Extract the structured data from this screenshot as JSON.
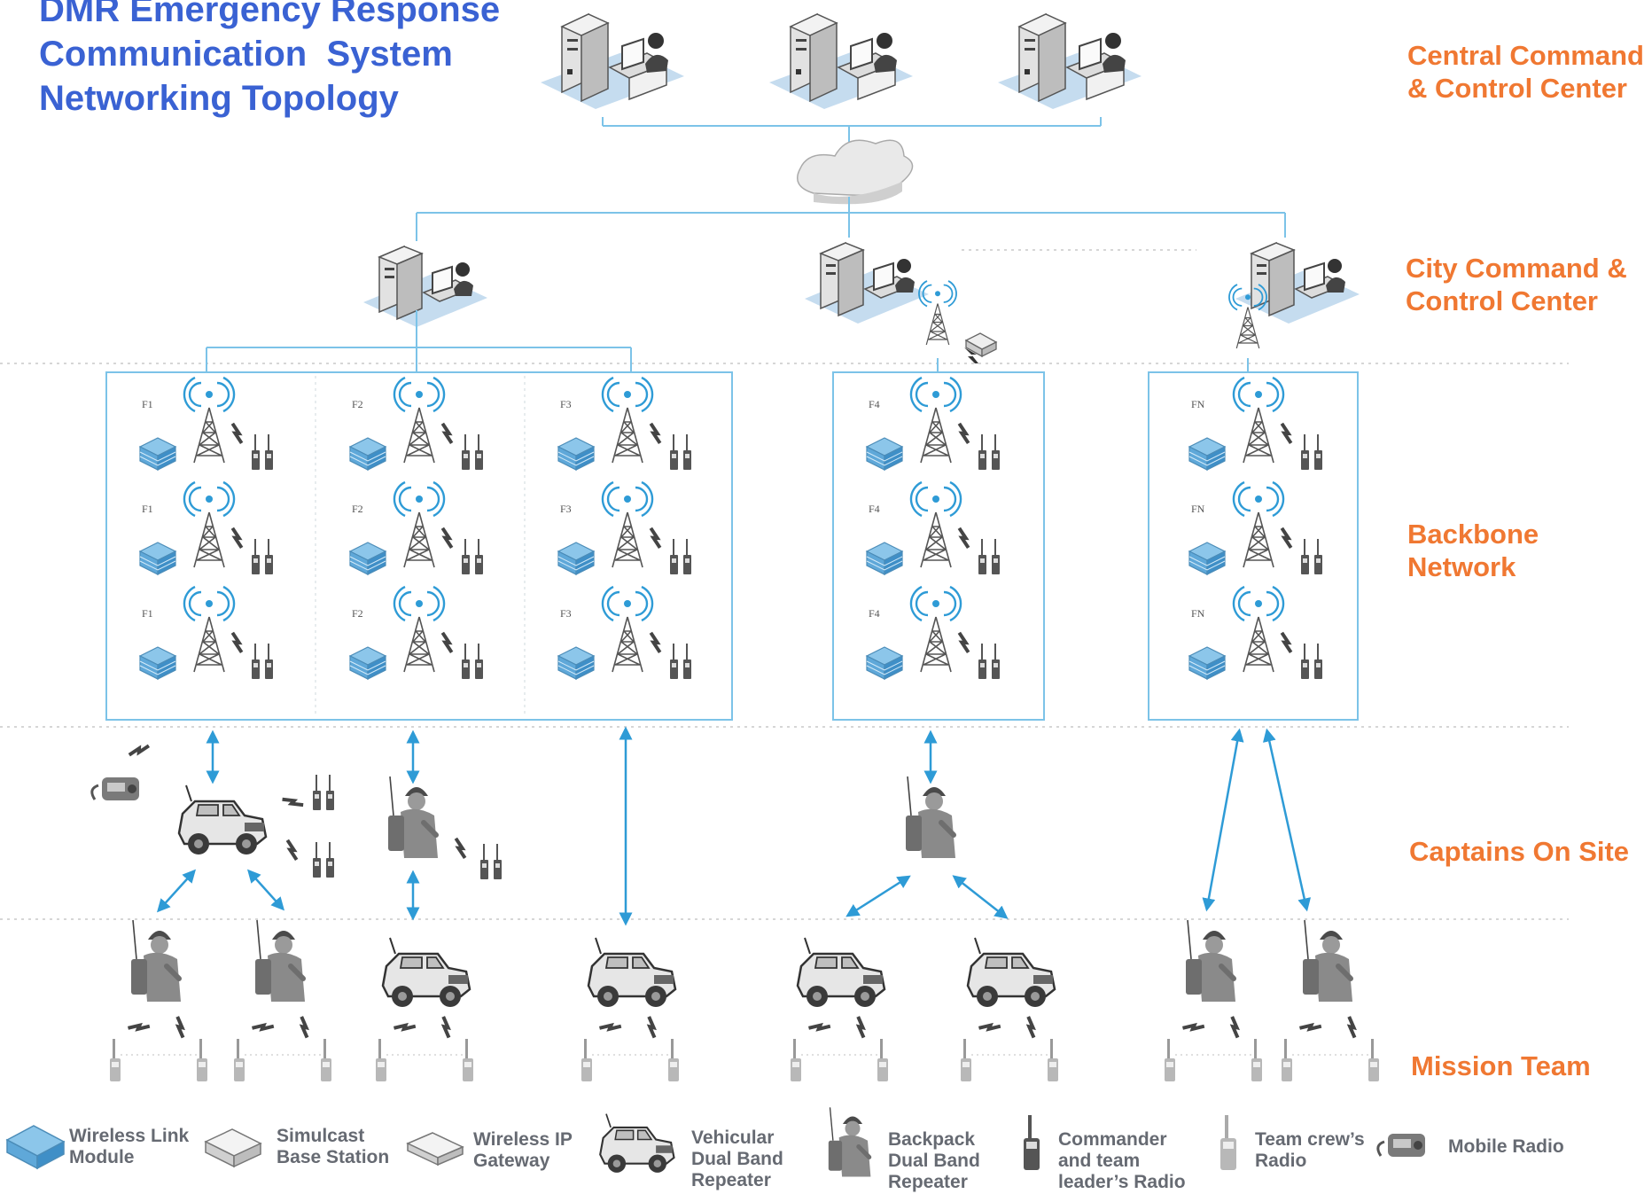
{
  "title": {
    "lines": [
      "DMR Emergency Response",
      "Communication  System",
      "Networking Topology"
    ]
  },
  "tiers": {
    "central": [
      "Central Command",
      "& Control Center"
    ],
    "city": [
      "City Command &",
      "Control Center"
    ],
    "backbone": [
      "Backbone",
      "Network"
    ],
    "captains": [
      "Captains On Site"
    ],
    "mission": [
      "Mission Team"
    ]
  },
  "sites": {
    "group1": [
      "F1",
      "F2",
      "F3"
    ],
    "group2": [
      "F4"
    ],
    "group3": [
      "FN"
    ]
  },
  "legend": [
    {
      "icon": "wireless-link-module-icon",
      "lines": [
        "Wireless Link",
        "Module"
      ]
    },
    {
      "icon": "simulcast-base-station-icon",
      "lines": [
        "Simulcast",
        "Base Station"
      ]
    },
    {
      "icon": "wireless-ip-gateway-icon",
      "lines": [
        "Wireless IP",
        "Gateway"
      ]
    },
    {
      "icon": "vehicular-repeater-icon",
      "lines": [
        "Vehicular",
        "Dual Band",
        "Repeater"
      ]
    },
    {
      "icon": "backpack-repeater-icon",
      "lines": [
        "Backpack",
        "Dual Band",
        "Repeater"
      ]
    },
    {
      "icon": "commander-radio-icon",
      "lines": [
        "Commander",
        "and team",
        "leader’s Radio"
      ]
    },
    {
      "icon": "team-crew-radio-icon",
      "lines": [
        "Team crew’s",
        "Radio"
      ]
    },
    {
      "icon": "mobile-radio-icon",
      "lines": [
        "Mobile Radio"
      ]
    }
  ],
  "colors": {
    "title": "#3a62d3",
    "tier_labels": "#f07832",
    "links": "#7cc3e8",
    "arrows": "#2e9bd6",
    "legend_text": "#666a72"
  }
}
